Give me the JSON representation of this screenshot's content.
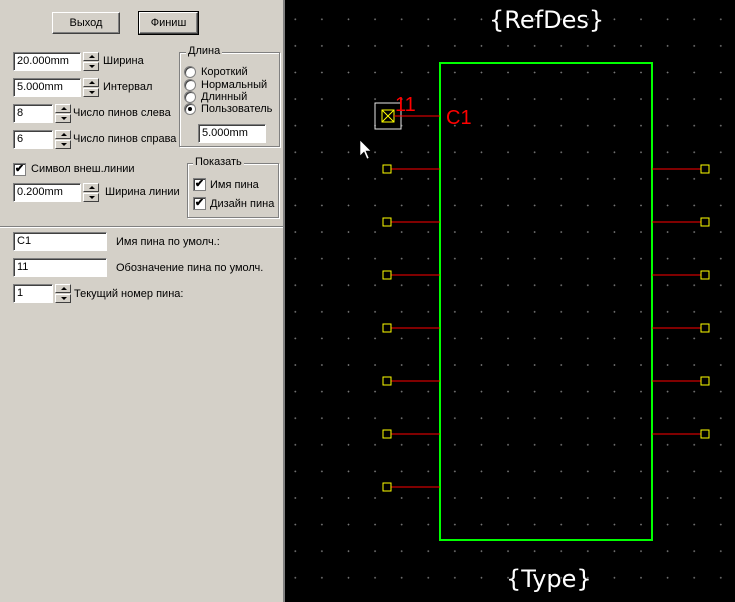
{
  "toolbar": {
    "exit_label": "Выход",
    "finish_label": "Финиш"
  },
  "params": {
    "width": {
      "value": "20.000mm",
      "label": "Ширина"
    },
    "interval": {
      "value": "5.000mm",
      "label": "Интервал"
    },
    "pins_left": {
      "value": "8",
      "label": "Число пинов слева"
    },
    "pins_right": {
      "value": "6",
      "label": "Число пинов справа"
    },
    "ext_line_symbol": {
      "label": "Символ внеш.линии",
      "checked": true
    },
    "line_width": {
      "value": "0.200mm",
      "label": "Ширина линии"
    }
  },
  "length_group": {
    "title": "Длина",
    "options": [
      "Короткий",
      "Нормальный",
      "Длинный",
      "Пользователь"
    ],
    "selected": "Пользователь",
    "custom_value": "5.000mm"
  },
  "show_group": {
    "title": "Показать",
    "pin_name": {
      "label": "Имя пина",
      "checked": true
    },
    "pin_designator": {
      "label": "Дизайн пина",
      "checked": true
    }
  },
  "defaults": {
    "pin_name": {
      "value": "C1",
      "label": "Имя пина по умолч.:"
    },
    "pin_designator": {
      "value": "11",
      "label": "Обозначение пина по умолч."
    },
    "current_pin": {
      "value": "1",
      "label": "Текущий номер пина:"
    }
  },
  "canvas": {
    "refdes": "{RefDes}",
    "type": "{Type}",
    "cursor_pin_number": "11",
    "cursor_pin_name": "C1",
    "colors": {
      "body": "#00ff00",
      "pin_line": "#ff0000",
      "pin_box": "#ffff00",
      "label_red": "#ff0000",
      "grid": "#7a7a7a"
    }
  }
}
